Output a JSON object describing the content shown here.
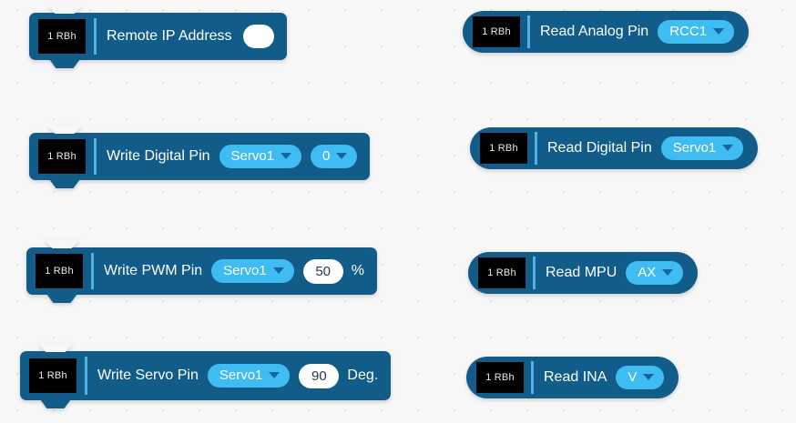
{
  "canvas": {
    "background_color": "#f7f7f8",
    "dot_color": "#e2e2e4",
    "block_color": "#115C89",
    "field_color": "#3FBDF2",
    "badge_color": "#000000",
    "separator_color": "#4FB3E8",
    "caret_color": "#1566A0"
  },
  "blocks": [
    {
      "id": "remote-ip-address",
      "kind": "stack",
      "badge": "1 RBh",
      "label": "Remote IP Address",
      "boolean_field": true
    },
    {
      "id": "read-analog-pin",
      "kind": "reporter",
      "badge": "1 RBh",
      "label": "Read Analog Pin",
      "dropdowns": [
        {
          "name": "pin",
          "value": "RCC1"
        }
      ]
    },
    {
      "id": "write-digital-pin",
      "kind": "stack",
      "badge": "1 RBh",
      "label": "Write Digital Pin",
      "dropdowns": [
        {
          "name": "pin",
          "value": "Servo1"
        },
        {
          "name": "state",
          "value": "0"
        }
      ]
    },
    {
      "id": "read-digital-pin",
      "kind": "reporter",
      "badge": "1 RBh",
      "label": "Read Digital Pin",
      "dropdowns": [
        {
          "name": "pin",
          "value": "Servo1"
        }
      ]
    },
    {
      "id": "write-pwm-pin",
      "kind": "stack",
      "badge": "1 RBh",
      "label": "Write PWM Pin",
      "dropdowns": [
        {
          "name": "pin",
          "value": "Servo1"
        }
      ],
      "number": "50",
      "unit": "%"
    },
    {
      "id": "read-mpu",
      "kind": "reporter",
      "badge": "1 RBh",
      "label": "Read MPU",
      "dropdowns": [
        {
          "name": "axis",
          "value": "AX"
        }
      ]
    },
    {
      "id": "write-servo-pin",
      "kind": "stack",
      "badge": "1 RBh",
      "label": "Write Servo Pin",
      "dropdowns": [
        {
          "name": "pin",
          "value": "Servo1"
        }
      ],
      "number": "90",
      "unit": "Deg."
    },
    {
      "id": "read-ina",
      "kind": "reporter",
      "badge": "1 RBh",
      "label": "Read INA",
      "dropdowns": [
        {
          "name": "measure",
          "value": "V"
        }
      ]
    }
  ]
}
